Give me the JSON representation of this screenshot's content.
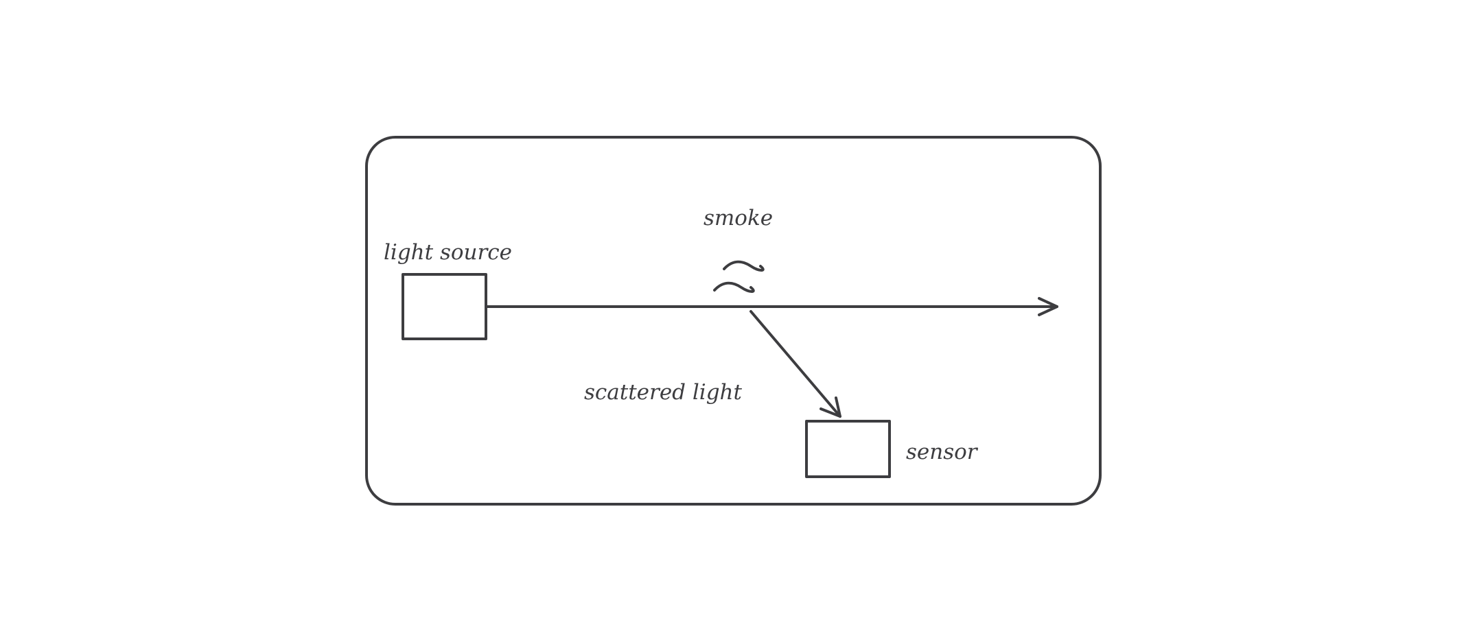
{
  "diagram": {
    "labels": {
      "smoke": "smoke",
      "light_source": "light source",
      "scattered_light": "scattered light",
      "sensor": "sensor"
    },
    "stroke_color": "#3d3d40",
    "background": "#ffffff"
  }
}
